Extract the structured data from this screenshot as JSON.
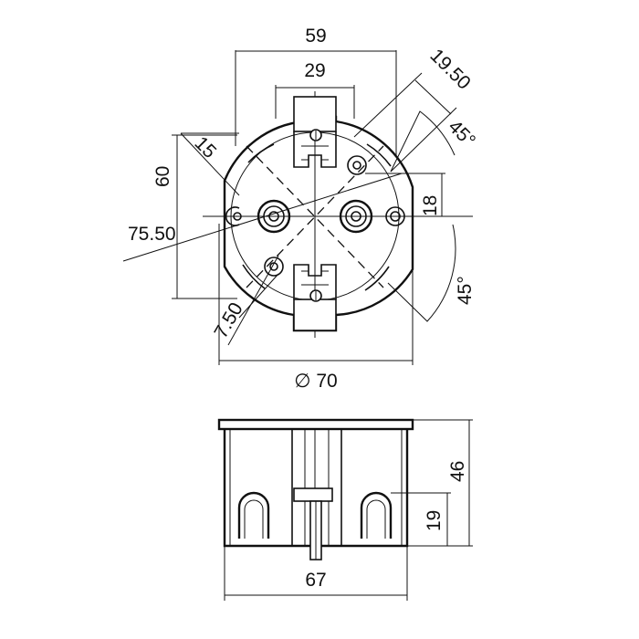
{
  "dimensions": {
    "top_width": "59",
    "inner_width": "29",
    "angled_offset": "19.50",
    "angle_top": "45°",
    "left_angle_dim": "15",
    "height_left": "60",
    "hole_spacing": "18",
    "diagonal_span": "75.50",
    "angle_bottom": "45°",
    "small_offset": "7.50",
    "diameter": "∅ 70",
    "depth": "46",
    "slot_height": "19",
    "bottom_width": "67"
  }
}
